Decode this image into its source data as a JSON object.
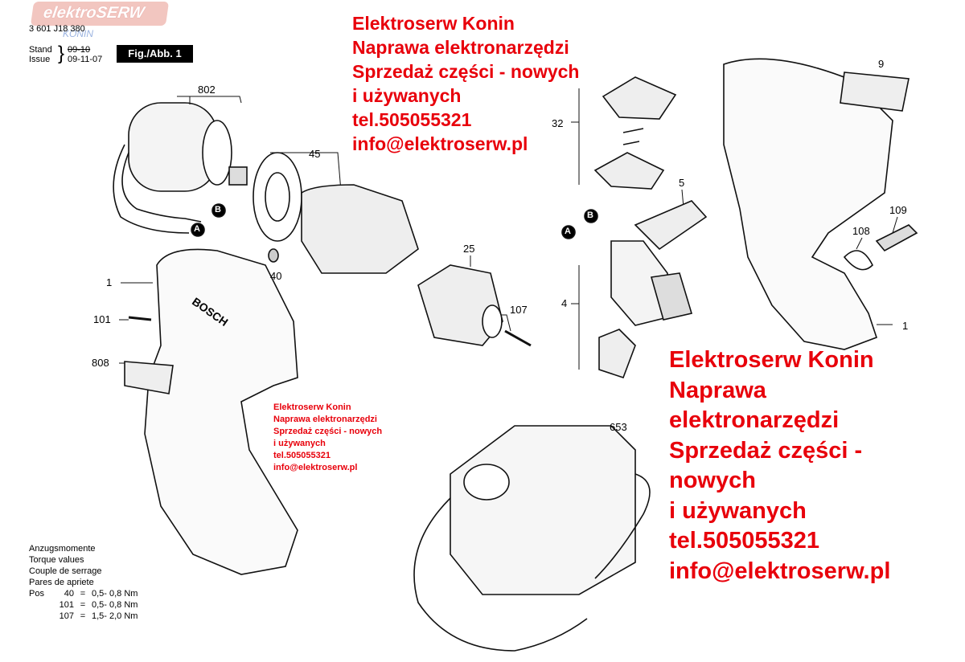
{
  "header": {
    "logo_text": "elektroSERW",
    "logo_sub": "KONIN",
    "doc_number": "3 601 J18 380",
    "stand_label": "Stand",
    "stand_value": "09-10",
    "issue_label": "Issue",
    "issue_value": "09-11-07",
    "fig_label": "Fig./Abb. 1"
  },
  "watermark_top": {
    "lines": [
      "Elektroserw Konin",
      "Naprawa elektronarzędzi",
      "Sprzedaż części - nowych",
      "i używanych",
      "tel.505055321",
      "info@elektroserw.pl"
    ]
  },
  "watermark_mid": {
    "lines": [
      "Elektroserw Konin",
      "Naprawa elektronarzędzi",
      "Sprzedaż części - nowych",
      "i używanych",
      "tel.505055321",
      "info@elektroserw.pl"
    ]
  },
  "watermark_right": {
    "lines": [
      "Elektroserw Konin",
      "Naprawa",
      "elektronarzędzi",
      "Sprzedaż części -",
      "nowych",
      "i używanych",
      "tel.505055321",
      "info@elektroserw.pl"
    ]
  },
  "part_labels": {
    "p802": "802",
    "p45": "45",
    "p40": "40",
    "p25": "25",
    "p107": "107",
    "p1_left": "1",
    "p101": "101",
    "p808": "808",
    "p9": "9",
    "p32": "32",
    "p5": "5",
    "p109": "109",
    "p108": "108",
    "p4": "4",
    "p1_right": "1",
    "p653": "653",
    "marker_a": "A",
    "marker_b": "B",
    "brand": "BOSCH"
  },
  "torque": {
    "lines": [
      "Anzugsmomente",
      "Torque values",
      "Couple de serrage",
      "Pares de apriete"
    ],
    "rows": [
      {
        "pos": "Pos",
        "num": "40",
        "eq": "=",
        "range": "0,5- 0,8 Nm"
      },
      {
        "pos": "",
        "num": "101",
        "eq": "=",
        "range": "0,5- 0,8 Nm"
      },
      {
        "pos": "",
        "num": "107",
        "eq": "=",
        "range": "1,5- 2,0 Nm"
      }
    ]
  }
}
